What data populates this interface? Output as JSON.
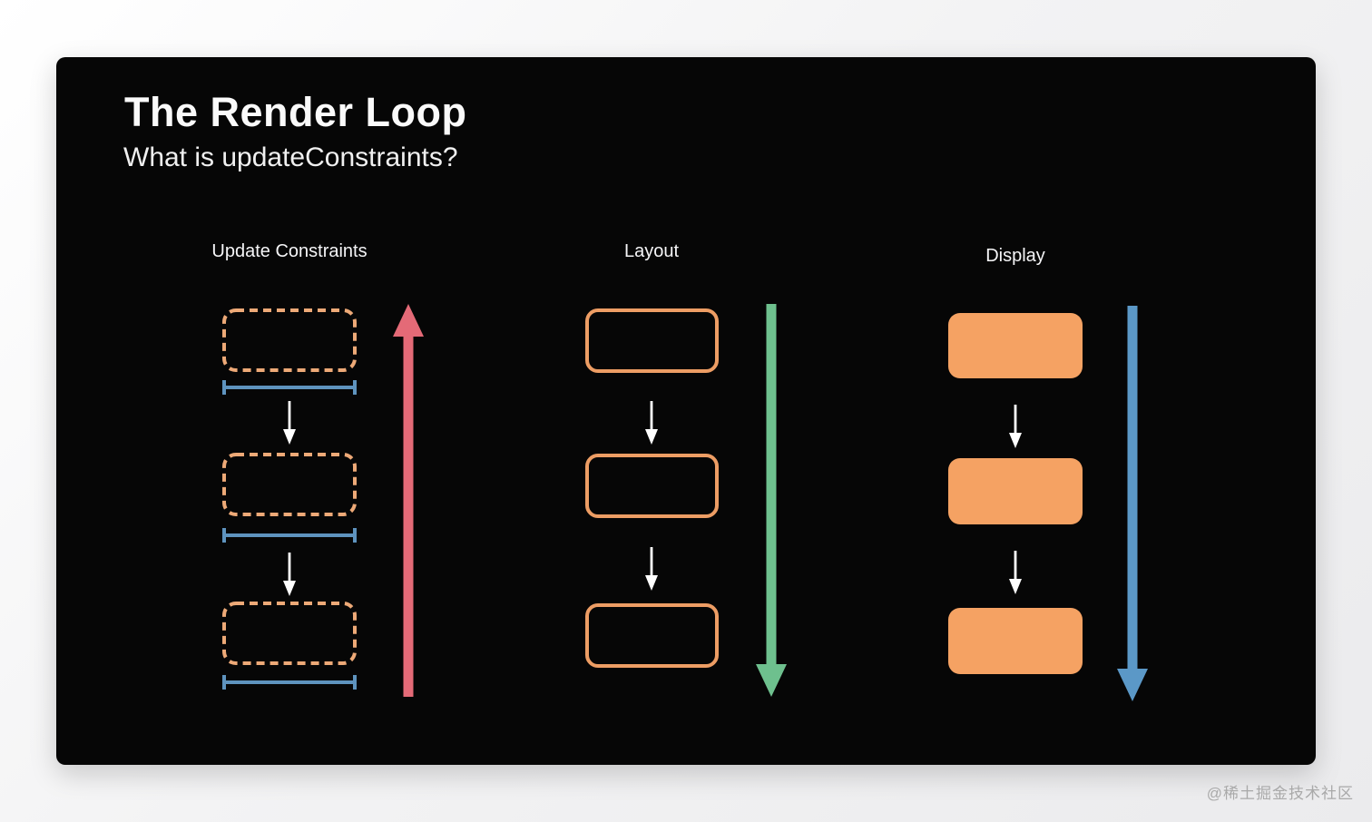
{
  "slide": {
    "title": "The Render Loop",
    "subtitle": "What is updateConstraints?"
  },
  "columns": [
    {
      "label": "Update Constraints",
      "pass_direction": "up",
      "box_style": "dashed-outline",
      "box_count": 3,
      "has_measurement_lines": true,
      "arrow_color": "#E46A77"
    },
    {
      "label": "Layout",
      "pass_direction": "down",
      "box_style": "solid-outline",
      "box_count": 3,
      "has_measurement_lines": false,
      "arrow_color": "#6EC08E"
    },
    {
      "label": "Display",
      "pass_direction": "down",
      "box_style": "filled",
      "box_count": 3,
      "has_measurement_lines": false,
      "arrow_color": "#5B98C7"
    }
  ],
  "watermark": "@稀土掘金技术社区",
  "colors": {
    "bg_page": "#f3f3f4",
    "bg_slide": "#060606",
    "text_primary": "#fafafa",
    "text_secondary": "#f0f0f0",
    "text_header": "#f5f5f7",
    "box_dashed": "#EDA977",
    "box_outline": "#ED9D64",
    "box_fill": "#F5A263",
    "measure": "#5E93BE",
    "arrow_red": "#E46A77",
    "arrow_green": "#6EC08E",
    "arrow_blue": "#5B98C7",
    "arrow_white": "#ffffff",
    "watermark": "#a9a9a9"
  }
}
